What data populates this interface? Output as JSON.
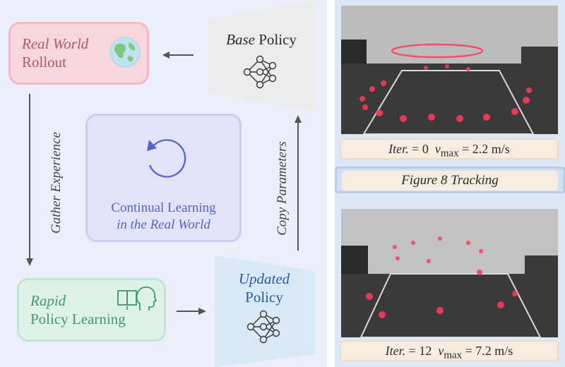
{
  "diagram": {
    "rollout": {
      "line1": "Real World",
      "line2": "Rollout"
    },
    "base_policy": {
      "italic": "Base",
      "plain": " Policy"
    },
    "continual": {
      "line1": "Continual Learning",
      "line2": "in the Real World"
    },
    "updated_policy": {
      "line1": "Updated",
      "line2": "Policy"
    },
    "rapid": {
      "line1": "Rapid",
      "line2": "Policy Learning"
    },
    "gather_experience": "Gather Experience",
    "copy_parameters": "Copy Parameters"
  },
  "results": {
    "title": "Figure 8 Tracking",
    "top": {
      "iter_label": "Iter.",
      "iter_value": "= 0",
      "v_symbol": "v",
      "v_sub": "max",
      "v_value": "= 2.2 m/s"
    },
    "bottom": {
      "iter_label": "Iter.",
      "iter_value": "= 12",
      "v_symbol": "v",
      "v_sub": "max",
      "v_value": "= 7.2 m/s"
    }
  },
  "icons": [
    "globe-icon",
    "neural-network-icon",
    "refresh-cycle-icon",
    "book-head-icon",
    "arrow-icon"
  ],
  "colors": {
    "rollout_bg": "#f7d7dc",
    "rollout_text": "#b05a64",
    "rapid_bg": "#def2e8",
    "rapid_text": "#3f9968",
    "continual_bg": "#e1e4f8",
    "continual_text": "#5863c4",
    "updated_text": "#2e5a94",
    "trail": "#ff3c5a"
  }
}
